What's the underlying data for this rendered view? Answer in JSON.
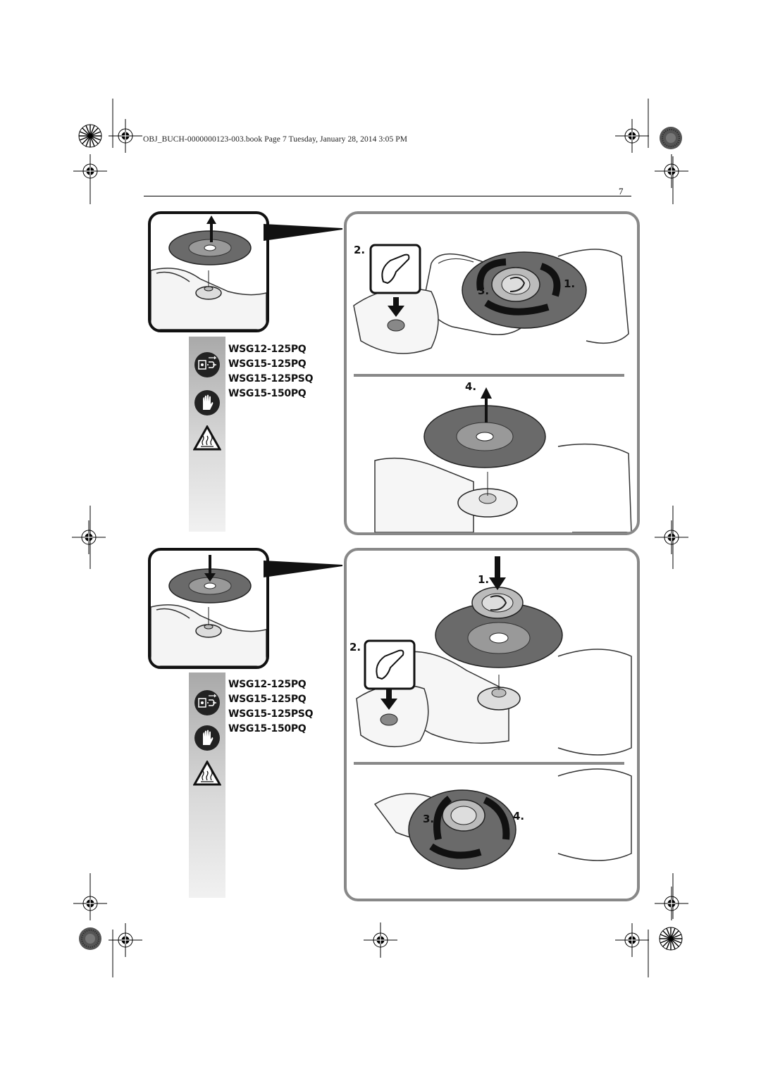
{
  "print_header": "OBJ_BUCH-0000000123-003.book  Page 7  Tuesday, January 28, 2014  3:05 PM",
  "page_number": "7",
  "section_remove": {
    "models": [
      "WSG12-125PQ",
      "WSG15-125PQ",
      "WSG15-125PSQ",
      "WSG15-150PQ"
    ],
    "steps": {
      "s1": "1.",
      "s2": "2.",
      "s3": "3.",
      "s4": "4."
    },
    "icons": [
      "unplug-icon",
      "gloves-icon",
      "hot-surface-warning-icon"
    ]
  },
  "section_mount": {
    "models": [
      "WSG12-125PQ",
      "WSG15-125PQ",
      "WSG15-125PSQ",
      "WSG15-150PQ"
    ],
    "steps": {
      "s1": "1.",
      "s2": "2.",
      "s3": "3.",
      "s4": "4."
    },
    "icons": [
      "unplug-icon",
      "gloves-icon",
      "hot-surface-warning-icon"
    ]
  },
  "colors": {
    "panel_border": "#888888",
    "thumb_border": "#111111",
    "disc": "#6a6a6a",
    "strip_top": "#a9a9a9"
  }
}
